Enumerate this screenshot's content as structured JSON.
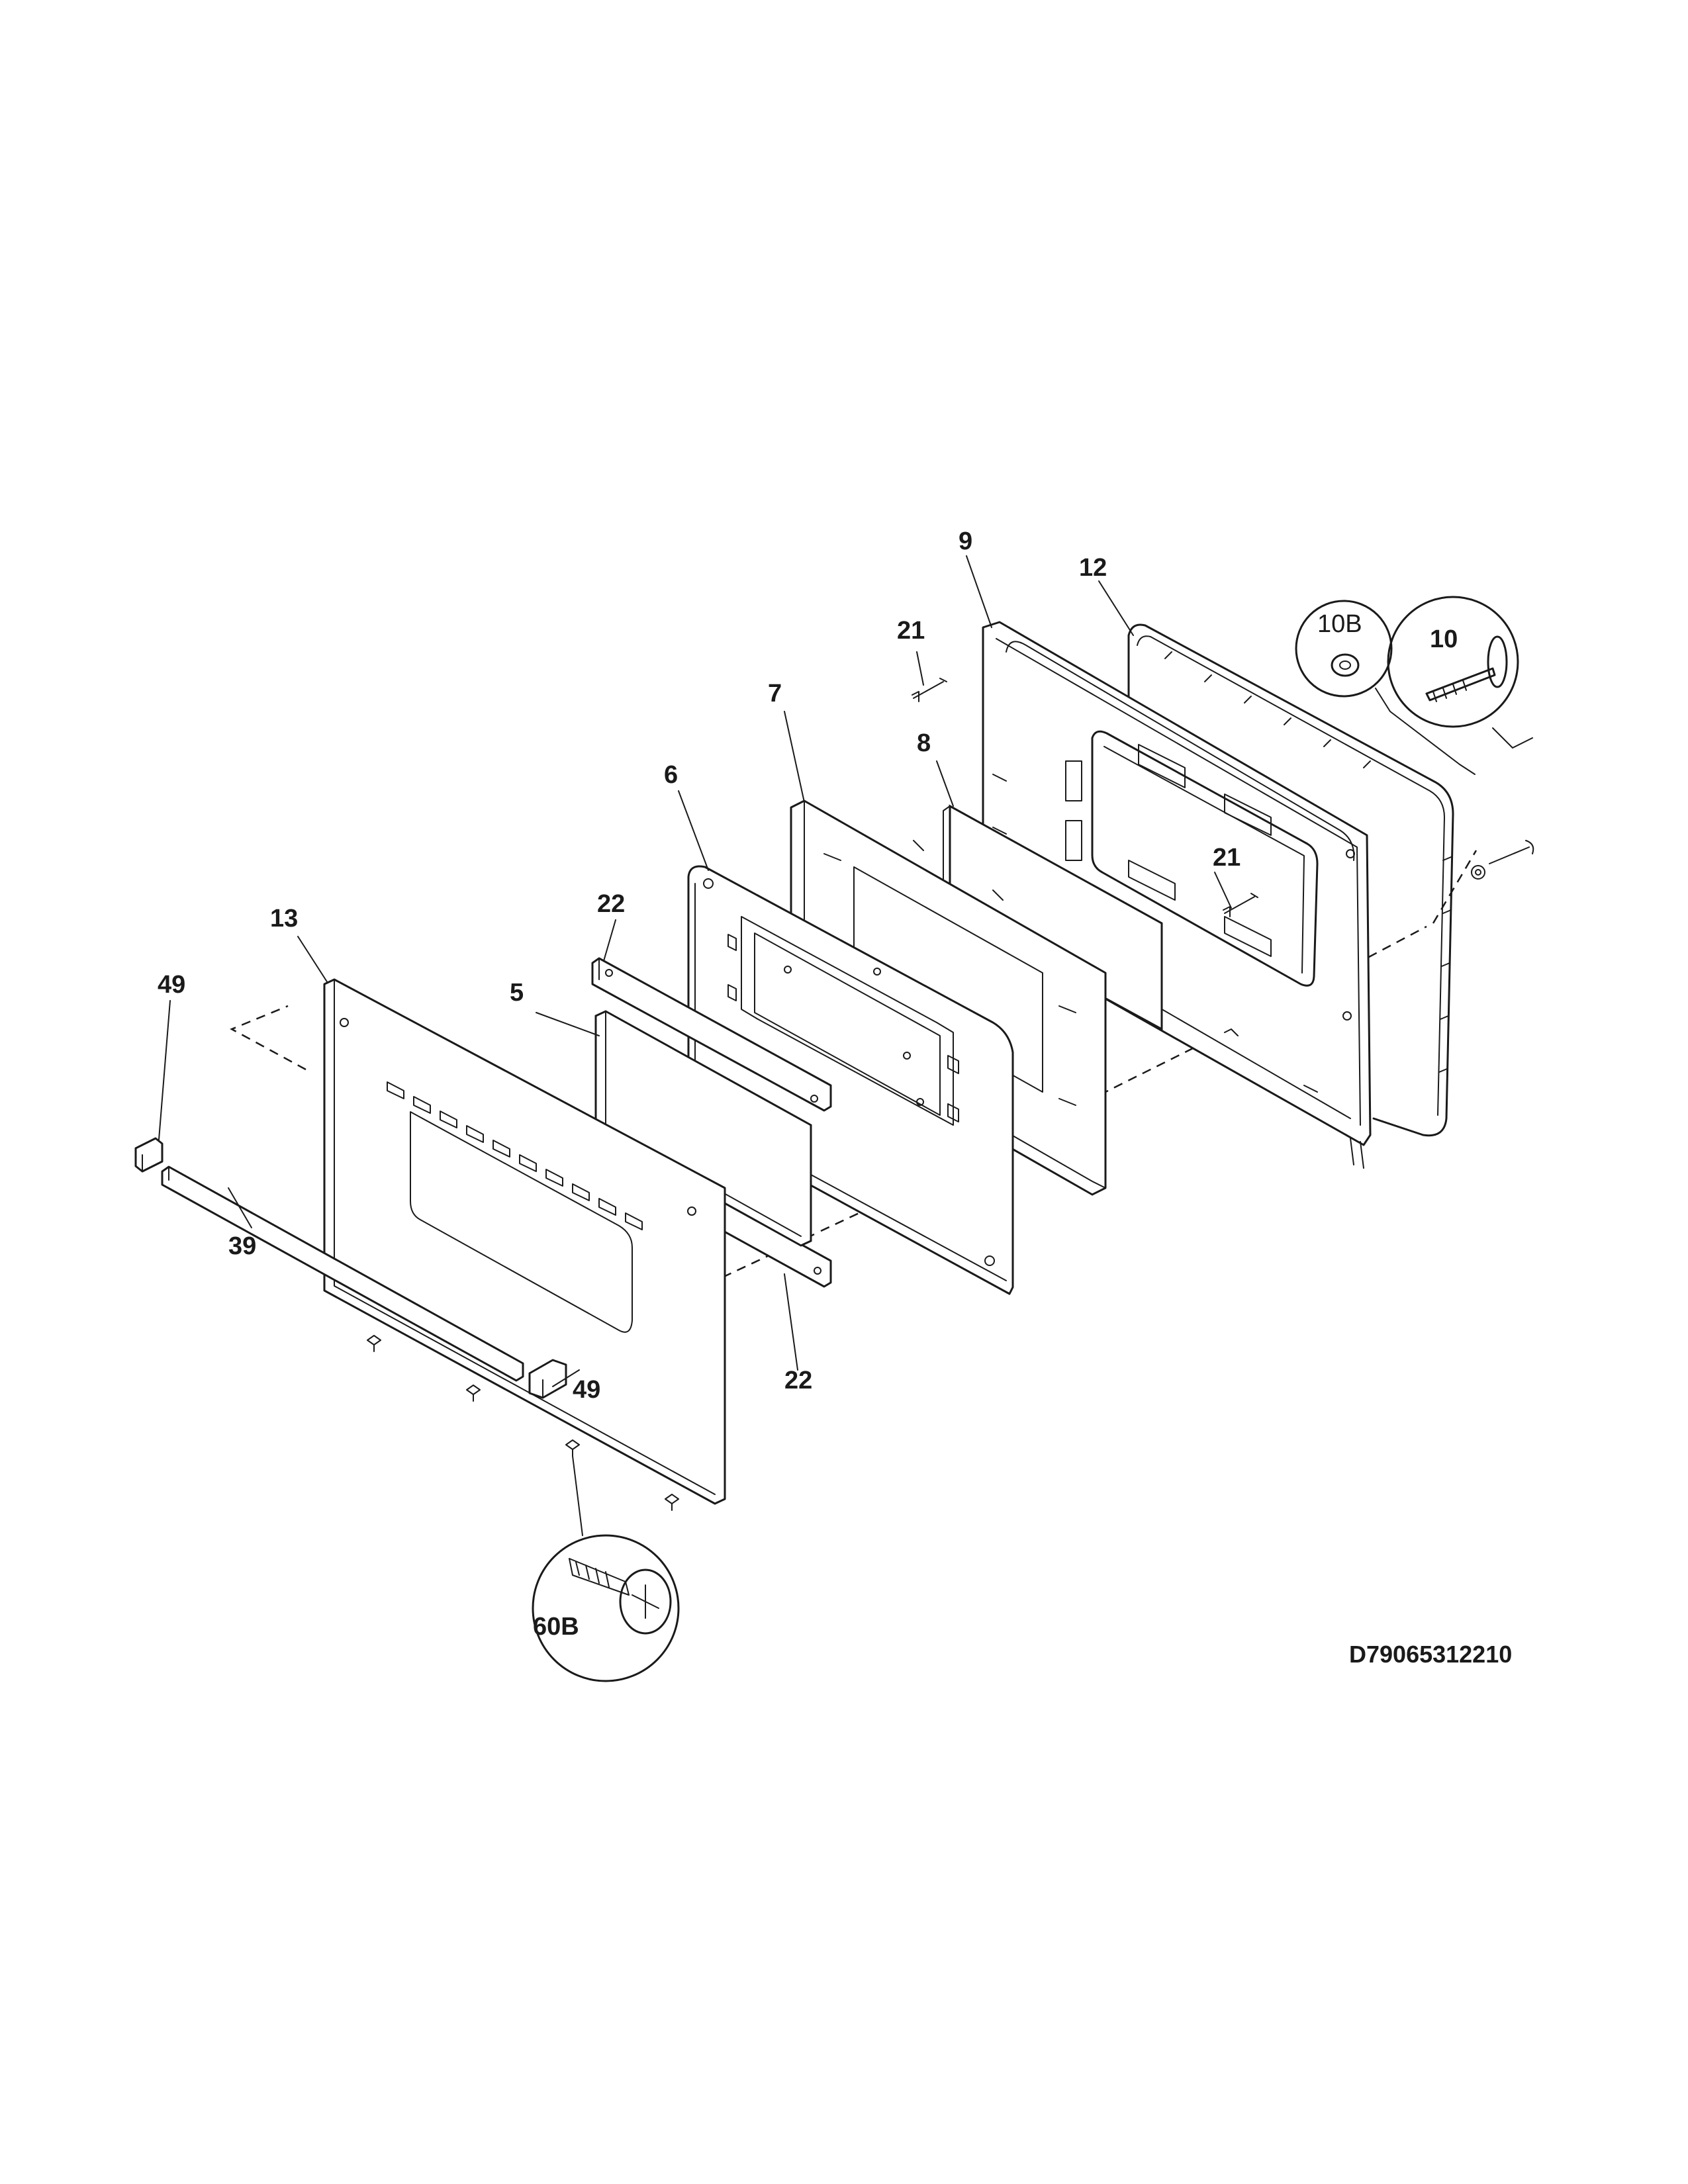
{
  "diagram_code": "D79065312210",
  "callouts": {
    "c9": "9",
    "c12": "12",
    "c10B": "10B",
    "c10": "10",
    "c21a": "21",
    "c21b": "21",
    "c7": "7",
    "c8": "8",
    "c6": "6",
    "c22a": "22",
    "c22b": "22",
    "c13": "13",
    "c5": "5",
    "c49a": "49",
    "c49b": "49",
    "c39": "39",
    "c60B": "60B"
  }
}
